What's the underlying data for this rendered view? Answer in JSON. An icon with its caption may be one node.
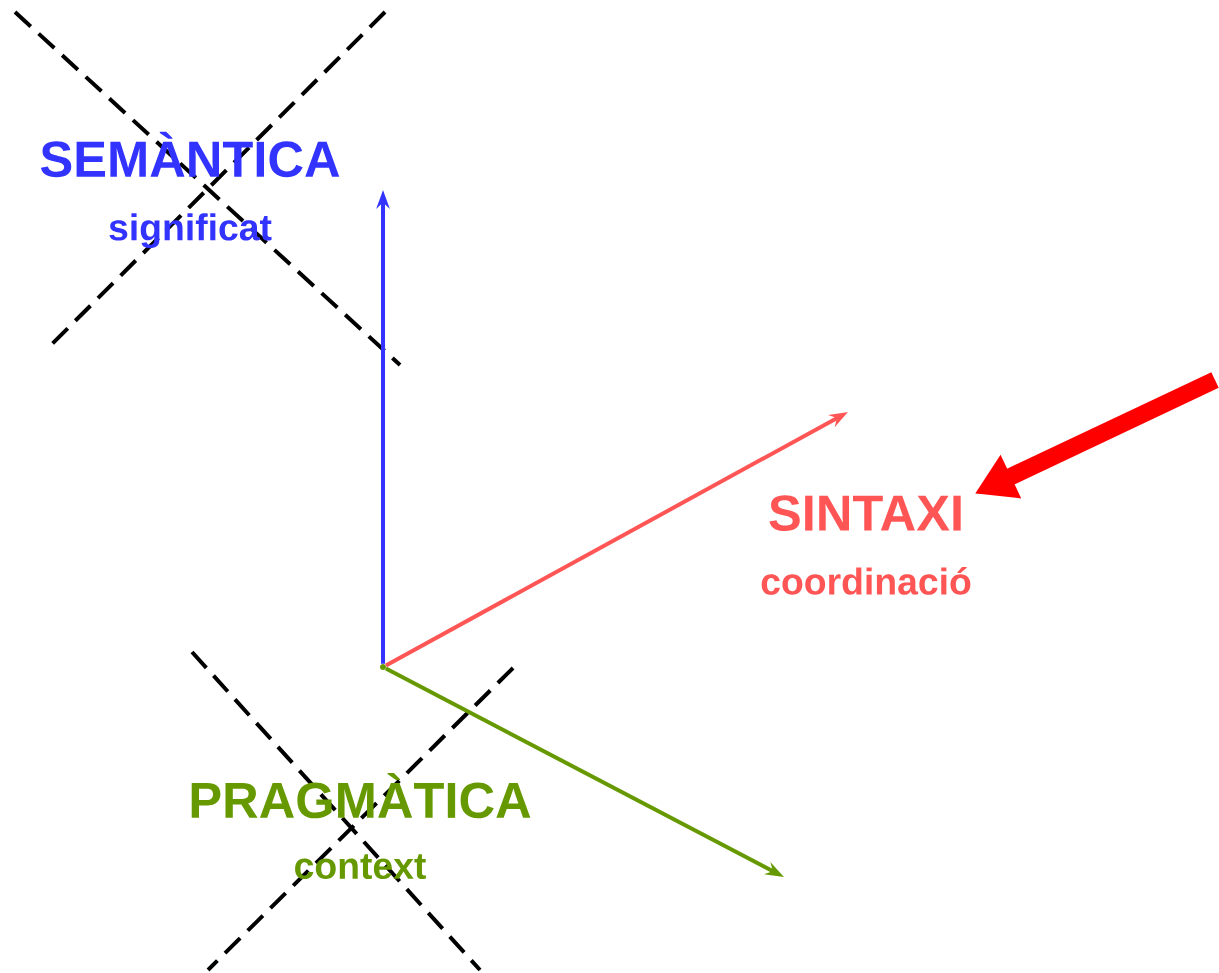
{
  "diagram": {
    "nodes": [
      {
        "text": [
          "SEMÀNTICA",
          "significat"
        ]
      },
      {
        "text": [
          "SINTAXI",
          "coordinació"
        ]
      },
      {
        "text": [
          "PRAGMÀTICA",
          "context"
        ]
      },
      {
        "text": [],
        "shape": "point"
      }
    ],
    "edges": [
      {
        "from": null,
        "to": 1,
        "arrow": "to",
        "style": "thick",
        "color": "#ff0000"
      },
      {
        "from": 3,
        "to": 0,
        "arrow": "to",
        "color": "#3333ff"
      },
      {
        "from": 3,
        "to": null,
        "arrow": "to",
        "color": "#ff5555"
      },
      {
        "from": 3,
        "to": null,
        "arrow": "to",
        "color": "#669900"
      }
    ]
  }
}
